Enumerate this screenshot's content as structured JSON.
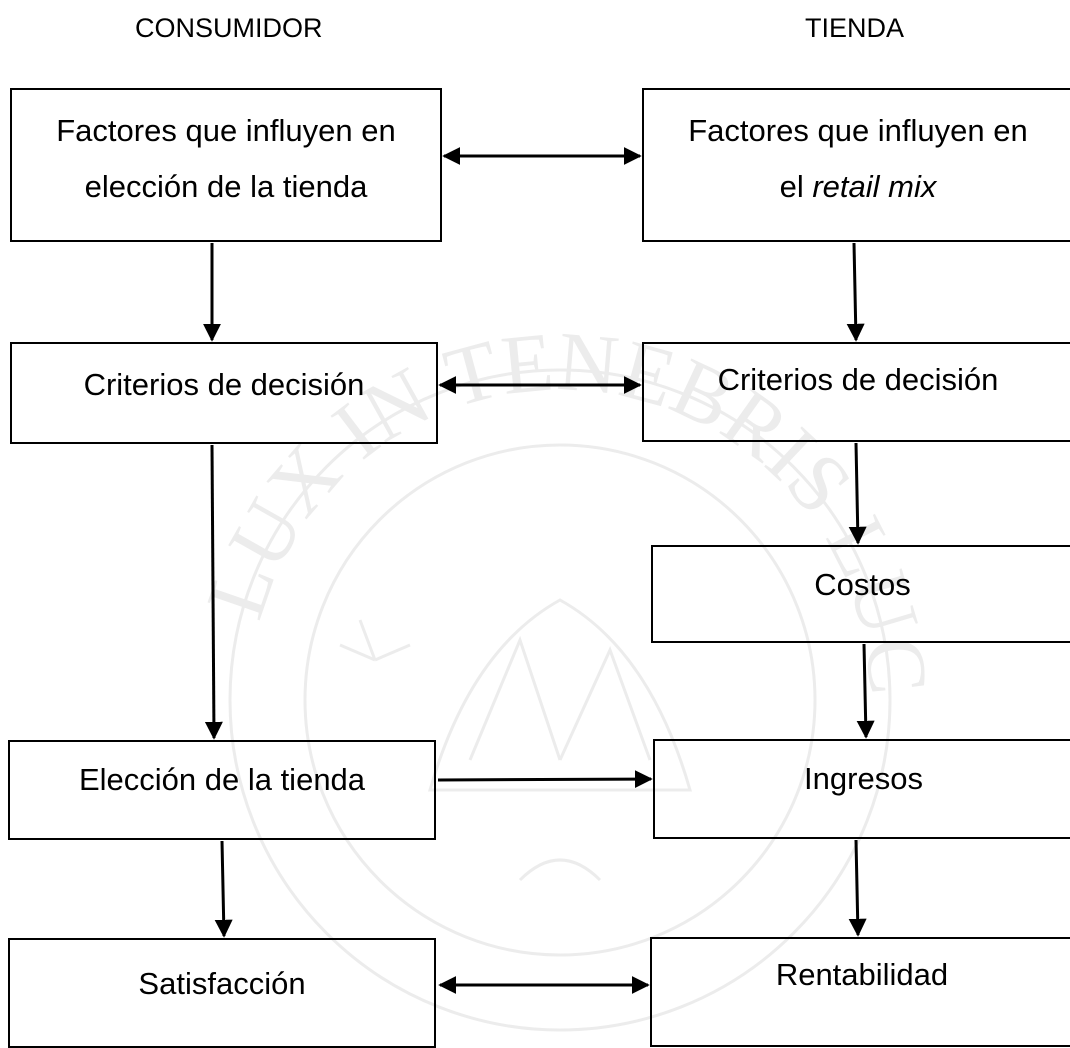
{
  "headers": {
    "left": "CONSUMIDOR",
    "right": "TIENDA"
  },
  "consumer": {
    "factors": {
      "line1": "Factores que influyen en",
      "line2": "elección de la tienda"
    },
    "criteria": "Criterios de decisión",
    "choice": "Elección de la tienda",
    "satisfaction": "Satisfacción"
  },
  "store": {
    "factors": {
      "line1": "Factores que influyen en",
      "line2_prefix": "el ",
      "line2_italic": "retail mix"
    },
    "criteria": "Criterios de decisión",
    "costs": "Costos",
    "income": "Ingresos",
    "profitability": "Rentabilidad"
  },
  "watermark": {
    "text": "LUX IN TENEBRIS LUCET",
    "color": "#e9e9e9"
  }
}
